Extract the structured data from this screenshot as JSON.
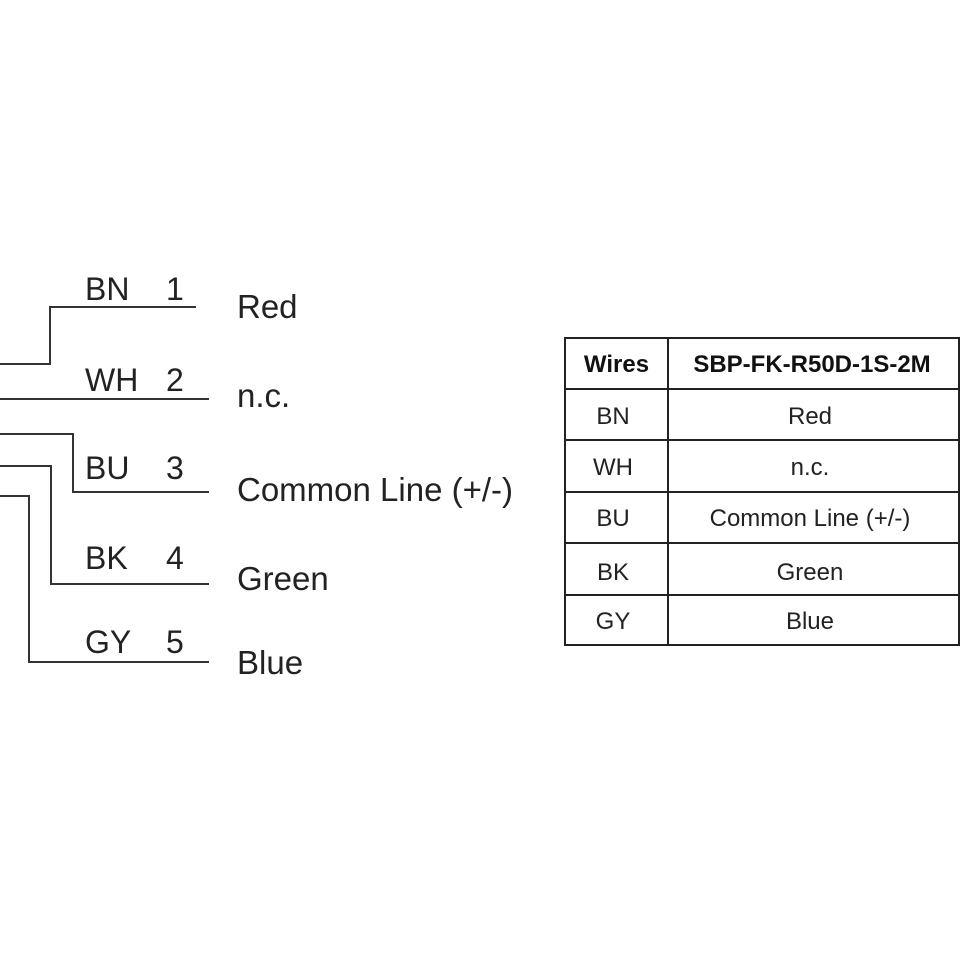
{
  "wiring": {
    "pins": [
      {
        "code": "BN",
        "number": "1",
        "function": "Red"
      },
      {
        "code": "WH",
        "number": "2",
        "function": "n.c."
      },
      {
        "code": "BU",
        "number": "3",
        "function": "Common Line (+/-)"
      },
      {
        "code": "BK",
        "number": "4",
        "function": "Green"
      },
      {
        "code": "GY",
        "number": "5",
        "function": "Blue"
      }
    ]
  },
  "table": {
    "headers": [
      "Wires",
      "SBP-FK-R50D-1S-2M"
    ],
    "rows": [
      [
        "BN",
        "Red"
      ],
      [
        "WH",
        "n.c."
      ],
      [
        "BU",
        "Common Line (+/-)"
      ],
      [
        "BK",
        "Green"
      ],
      [
        "GY",
        "Blue"
      ]
    ]
  }
}
